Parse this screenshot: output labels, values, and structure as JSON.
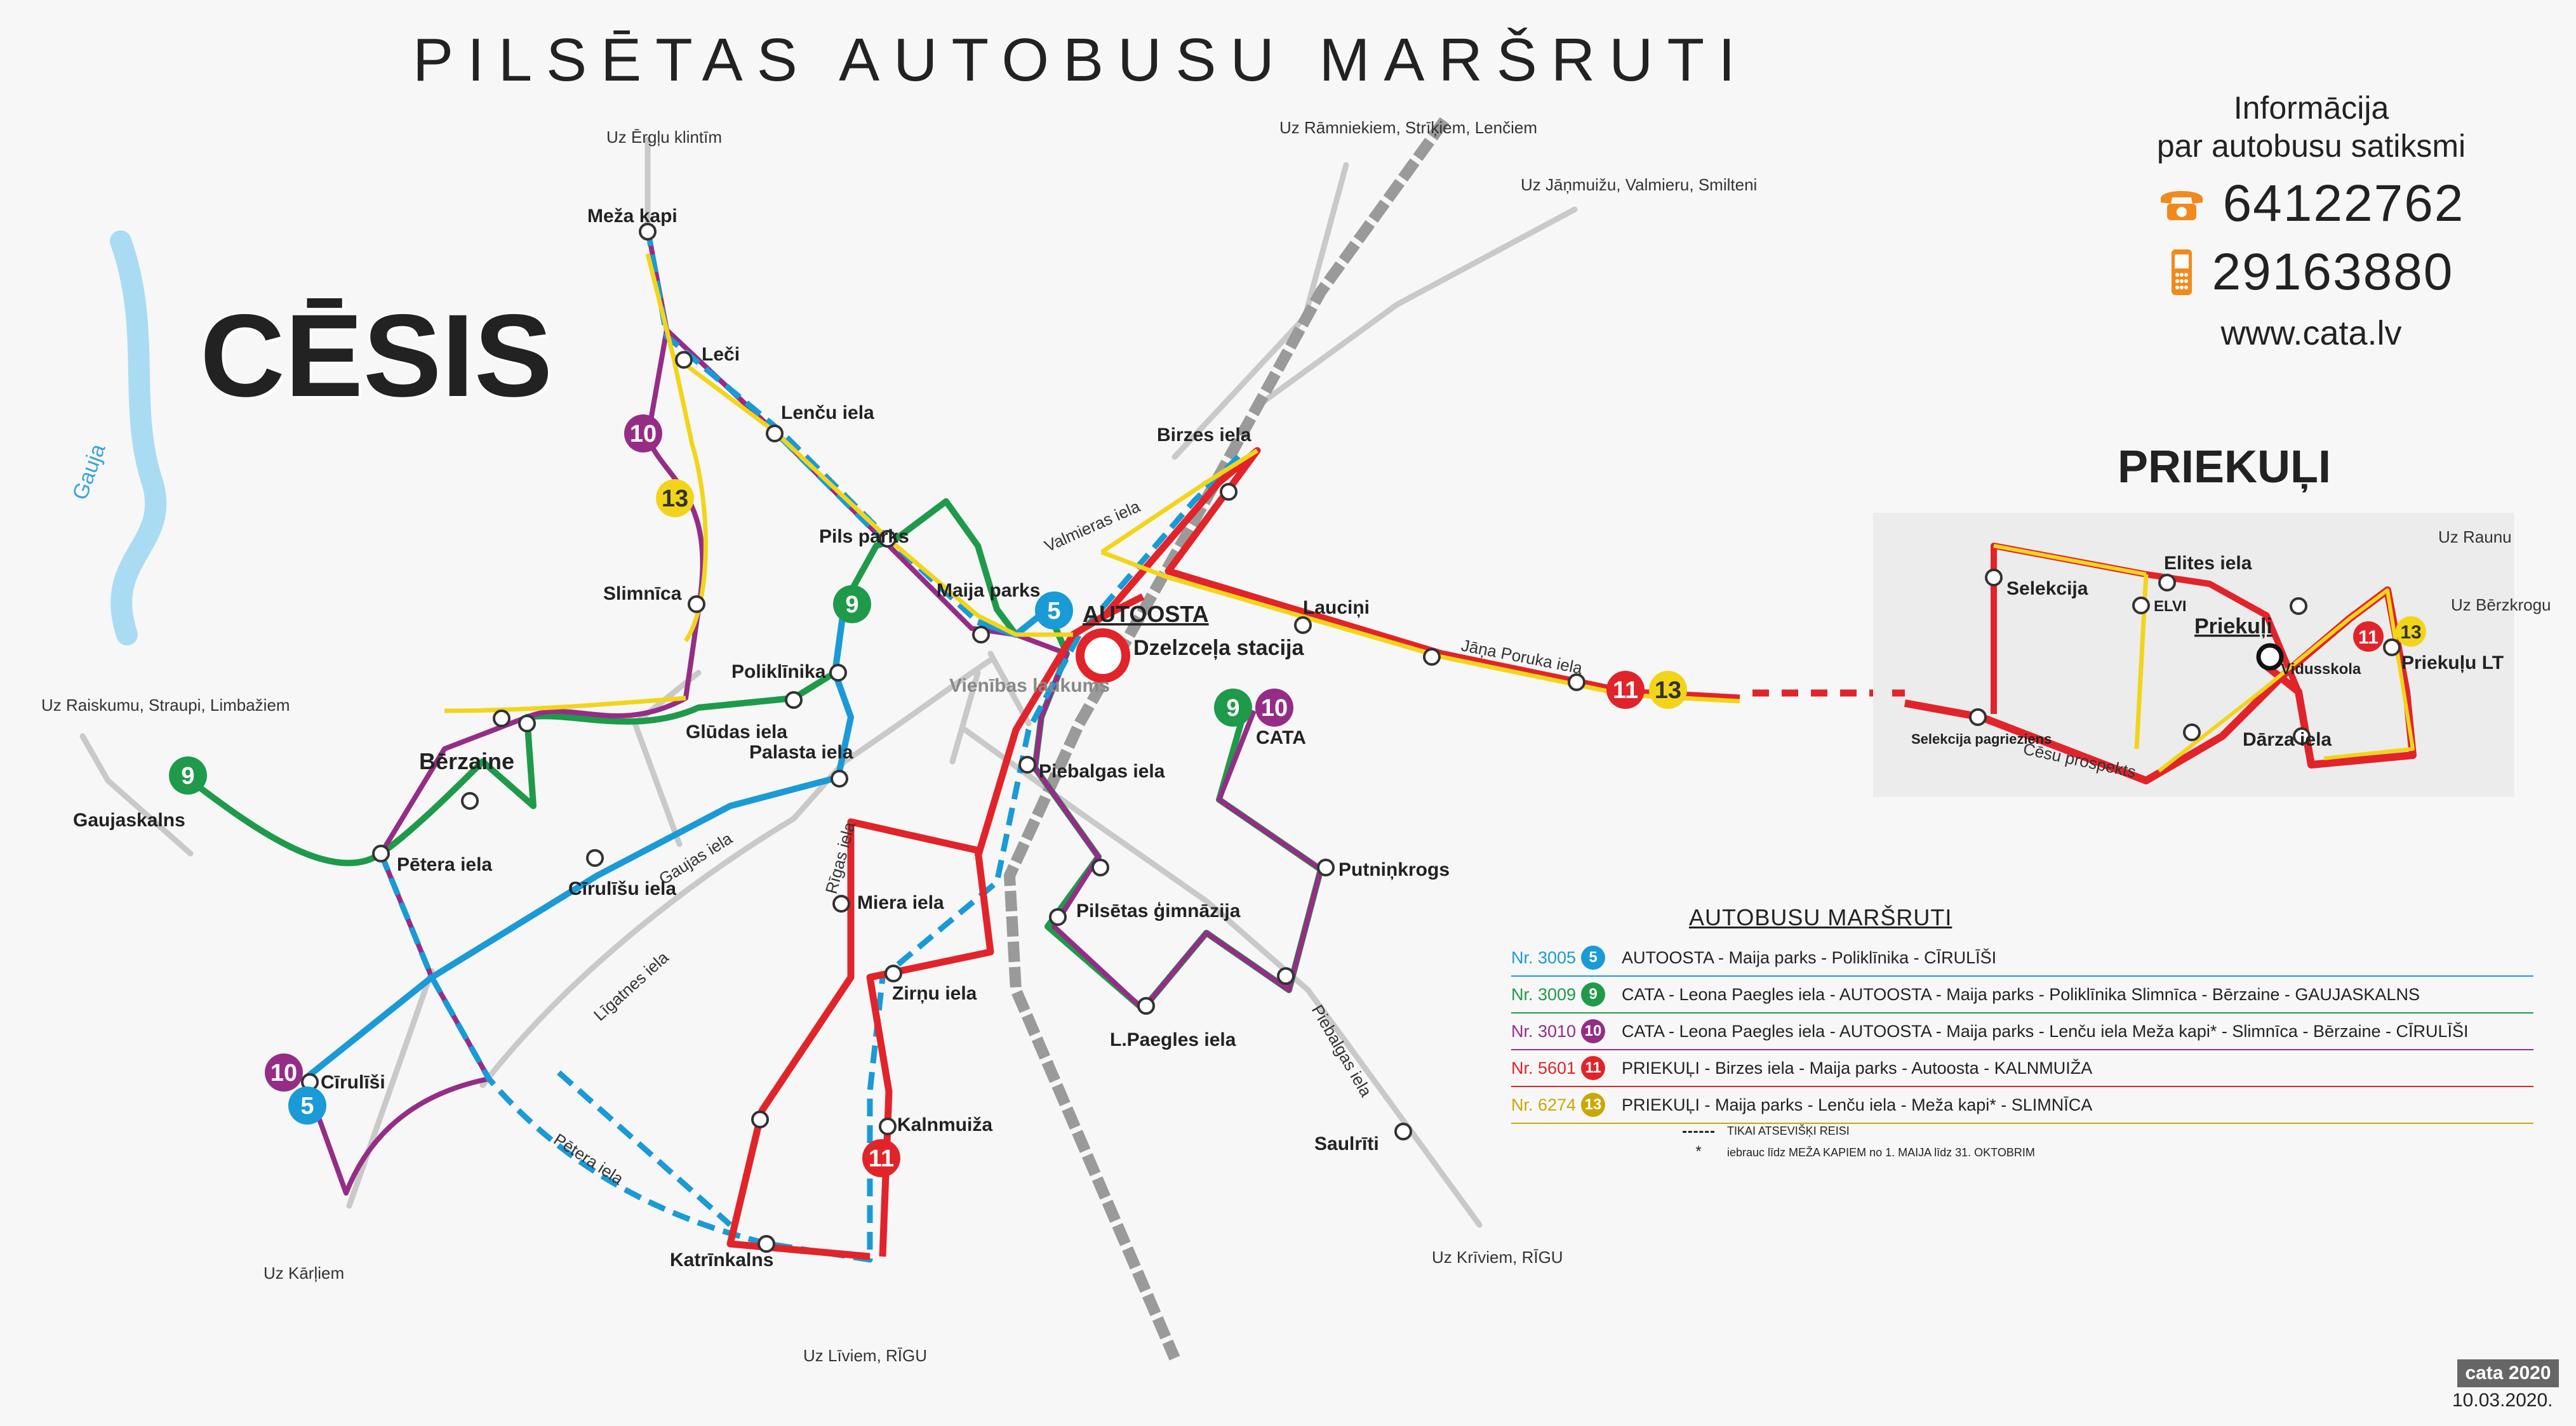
{
  "title": "PILSĒTAS AUTOBUSU MARŠRUTI",
  "city": "CĒSIS",
  "priekuli_title": "PRIEKUĻI",
  "info": {
    "title_line1": "Informācija",
    "title_line2": "par autobusu satiksmi",
    "phone_landline": "64122762",
    "phone_mobile": "29163880",
    "website": "www.cata.lv"
  },
  "river": "Gauja",
  "stops": {
    "meza_kapi": "Meža kapi",
    "leci": "Leči",
    "lencu_iela": "Lenču iela",
    "slimnica": "Slimnīca",
    "pils_parks": "Pils parks",
    "maija_parks": "Maija parks",
    "autoosta": "AUTOOSTA",
    "dzelzcela_stacija": "Dzelzceļa stacija",
    "vienibas_laukums": "Vienības laukums",
    "poliklinika": "Poliklīnika",
    "gludas_iela": "Glūdas iela",
    "berzaine": "Bērzaine",
    "palasta_iela": "Palasta iela",
    "gaujaskalns": "Gaujaskalns",
    "petera_iela": "Pētera iela",
    "cirulisu_iela": "Cīrulīšu iela",
    "cirulisi": "Cīrulīši",
    "piebalgas_iela": "Piebalgas iela",
    "miera_iela": "Miera iela",
    "zirnu_iela": "Zirņu iela",
    "kalnmuiza": "Kalnmuiža",
    "katrinkalns": "Katrīnkalns",
    "pilsetas_gimnazija": "Pilsētas ģimnāzija",
    "l_paegles_iela": "L.Paegles iela",
    "cata": "CATA",
    "putninkrogs": "Putniņkrogs",
    "saulriti": "Saulrīti",
    "birzes_iela": "Birzes iela",
    "lucini": "Lauciņi",
    "selekcija": "Selekcija",
    "elites_iela": "Elites iela",
    "elvi": "ELVI",
    "priekuli": "Priekuļi",
    "vidusskola": "Vidusskola",
    "priekulu_lt": "Priekuļu LT",
    "darza_iela": "Dārza iela",
    "selekcija_pagrieziens": "Selekcija pagrieziens"
  },
  "roads": {
    "valmieras_iela": "Valmieras iela",
    "jana_poruka_iela": "Jāņa Poruka iela",
    "gaujas_iela": "Gaujas iela",
    "rigas_iela": "Rīgas iela",
    "ligatnes_iela": "Līgatnes iela",
    "petera_iela_lower": "Pētera iela",
    "piebalgas_iela_road": "Piebalgas iela",
    "cesu_prospekts": "Cēsu prospekts"
  },
  "destinations": {
    "erglu_klintim": "Uz Ērgļu klintīm",
    "ramniekiem": "Uz Rāmniekiem, Strīķiem, Lenčiem",
    "janmuizu": "Uz Jāņmuižu, Valmieru, Smilteni",
    "raiskumu": "Uz Raiskumu, Straupi, Limbažiem",
    "karliem": "Uz Kārļiem",
    "liviem_rigu": "Uz Līviem, RĪGU",
    "kriviem_rigu": "Uz Krīviem, RĪGU",
    "raunu": "Uz Raunu",
    "berzkrogu": "Uz Bērzkrogu"
  },
  "route_colors": {
    "r5": "#1a9ad6",
    "r9": "#1e9a4a",
    "r10": "#952d86",
    "r11": "#e1242a",
    "r13": "#f2d51a",
    "rail": "#9a9a9a",
    "road": "#c9c9c9"
  },
  "legend": {
    "heading": "AUTOBUSU MARŠRUTI",
    "routes": [
      {
        "nr": "Nr. 3005",
        "badge": "5",
        "color": "#1a9ad6",
        "desc": "AUTOOSTA  -  Maija parks  -  Poliklīnika  -  CĪRULĪŠI"
      },
      {
        "nr": "Nr. 3009",
        "badge": "9",
        "color": "#1e9a4a",
        "desc": "CATA  -  Leona Paegles iela  -  AUTOOSTA  -  Maija parks  -  Poliklīnika    Slimnīca  -  Bērzaine  -  GAUJASKALNS"
      },
      {
        "nr": "Nr. 3010",
        "badge": "10",
        "color": "#952d86",
        "desc": "CATA  -  Leona Paegles iela  -  AUTOOSTA  -  Maija parks  -  Lenču iela    Meža kapi*  -  Slimnīca  -  Bērzaine  -  CĪRULĪŠI"
      },
      {
        "nr": "Nr. 5601",
        "badge": "11",
        "color": "#e1242a",
        "desc": "PRIEKUĻI  -  Birzes iela  -  Maija parks  -  Autoosta  -  KALNMUIŽA"
      },
      {
        "nr": "Nr. 6274",
        "badge": "13",
        "color": "#c9a800",
        "desc": "PRIEKUĻI  -  Maija parks  -  Lenču iela  -   Meža kapi*  -  SLIMNĪCA"
      }
    ],
    "note_dashed": "TIKAI ATSEVIŠĶI REISI",
    "note_star": "iebrauc līdz MEŽA KAPIEM no 1. MAIJA līdz 31. OKTOBRIM"
  },
  "footer": {
    "logo": "cata 2020",
    "date": "10.03.2020."
  }
}
